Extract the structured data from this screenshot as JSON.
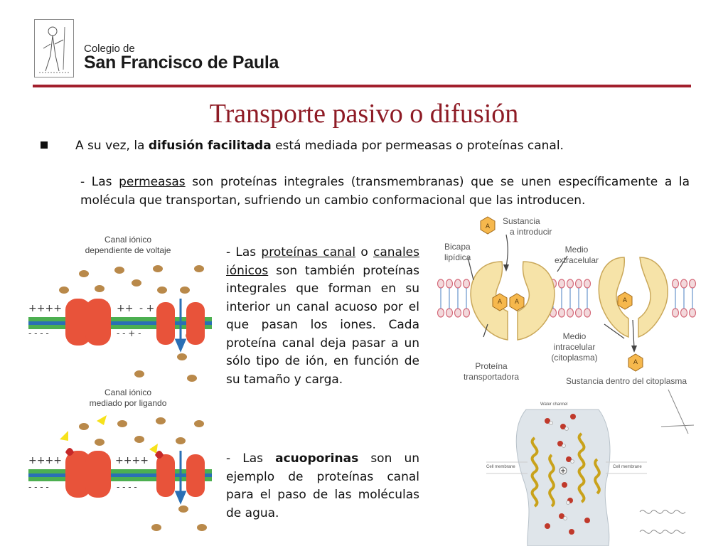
{
  "header": {
    "school_line1": "Colegio de",
    "school_line2": "San Francisco de Paula"
  },
  "slide": {
    "title": "Transporte pasivo o difusión",
    "bullet": {
      "pre": "A su vez, la ",
      "bold": "difusión facilitada",
      "post": " está mediada por permeasas o proteínas canal."
    },
    "permeasas": {
      "pre": "- Las ",
      "underlined": "permeasas",
      "post": " son proteínas integrales (transmembranas) que se unen específicamente a la molécula que transportan, sufriendo un cambio conformacional que las introducen."
    },
    "canal": {
      "pre": "- Las ",
      "u1": "proteínas canal",
      "mid": " o ",
      "u2": "canales iónicos",
      "post": " son también proteínas integrales que forman en su interior un canal acuoso por el que pasan los iones. Cada proteína canal deja pasar a un sólo tipo de ión, en función de su tamaño y carga."
    },
    "acuoporinas": {
      "pre": "- Las ",
      "bold": "acuoporinas",
      "post": " son un ejemplo de proteínas canal para el paso de las moléculas de agua."
    }
  },
  "figure_left": {
    "voltage_label_1": "Canal iónico",
    "voltage_label_2": "dependiente de voltaje",
    "ligand_label_1": "Canal iónico",
    "ligand_label_2": "mediado por ligando",
    "charge_plus_1": "++++",
    "charge_plus_2": "++",
    "charge_plus_3": "- +",
    "charge_minus_1": "- - - -",
    "charge_minus_2": "- - + -",
    "charge_plus_4": "++++",
    "charge_plus_5": "++++",
    "charge_minus_3": "- - - -",
    "charge_minus_4": "- - - -"
  },
  "figure_right": {
    "sustancia_1": "Sustancia",
    "sustancia_2": "a introducir",
    "bicapa_1": "Bicapa",
    "bicapa_2": "lipídica",
    "medio_ext_1": "Medio",
    "medio_ext_2": "extracelular",
    "medio_int_1": "Medio",
    "medio_int_2": "intracelular",
    "medio_int_3": "(citoplasma)",
    "proteina_1": "Proteína",
    "proteina_2": "transportadora",
    "sustancia_dentro": "Sustancia dentro del citoplasma",
    "molecule_letter": "A"
  },
  "figure_water": {
    "water_channel": "Water channel",
    "cell_membrane_left": "Cell membrane",
    "cell_membrane_right": "Cell membrane"
  },
  "colors": {
    "title": "#8e1b25",
    "rule": "#a21f2c",
    "protein": "#e8533a",
    "membrane_green": "#4caf50",
    "membrane_blue": "#2a6fb5",
    "ion": "#b9894a",
    "carrier": "#f6e3a8"
  }
}
